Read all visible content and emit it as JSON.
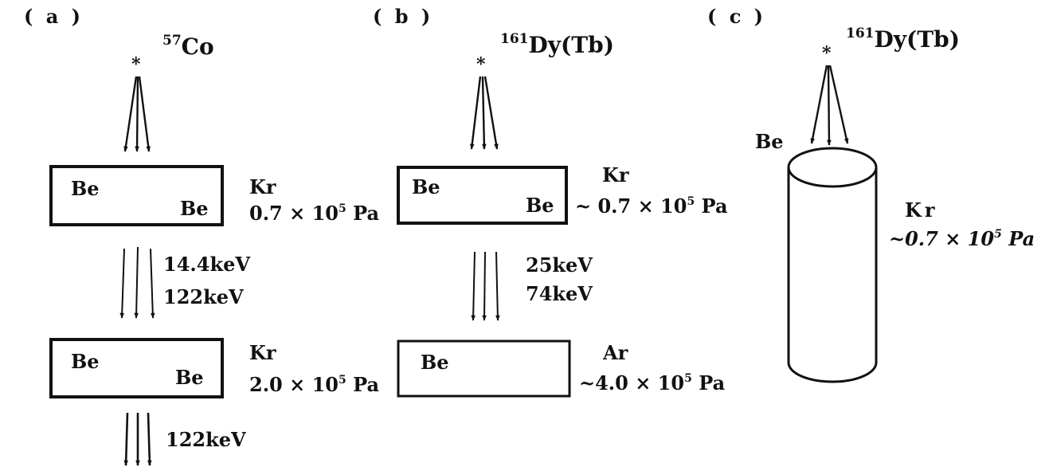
{
  "panels": {
    "a": {
      "label": "( a )",
      "source_mass": "57",
      "source_symbol": "Co",
      "window1_left": "Be",
      "window1_right": "Be",
      "gas1_name": "Kr",
      "gas1_mantissa": "0.7 × 10",
      "gas1_exp": "5",
      "gas1_unit": "Pa",
      "energy1": "14.4keV",
      "energy2": "122keV",
      "window2_left": "Be",
      "window2_right": "Be",
      "gas2_name": "Kr",
      "gas2_mantissa": "2.0 × 10",
      "gas2_exp": "5",
      "gas2_unit": "Pa",
      "energy_out": "122keV"
    },
    "b": {
      "label": "( b )",
      "source_mass": "161",
      "source_symbol": "Dy(Tb)",
      "window1_left": "Be",
      "window1_right": "Be",
      "gas1_name": "Kr",
      "gas1_mantissa": "~ 0.7 × 10",
      "gas1_exp": "5",
      "gas1_unit": "Pa",
      "energy1": "25keV",
      "energy2": "74keV",
      "window2_left": "Be",
      "gas2_name": "Ar",
      "gas2_mantissa": "~4.0 × 10",
      "gas2_exp": "5",
      "gas2_unit": "Pa"
    },
    "c": {
      "label": "( c )",
      "source_mass": "161",
      "source_symbol": "Dy(Tb)",
      "window": "Be",
      "gas_name": "Kr",
      "gas_mantissa": "~0.7 × 10",
      "gas_exp": "5",
      "gas_unit": "Pa"
    }
  },
  "source_marker": "*"
}
